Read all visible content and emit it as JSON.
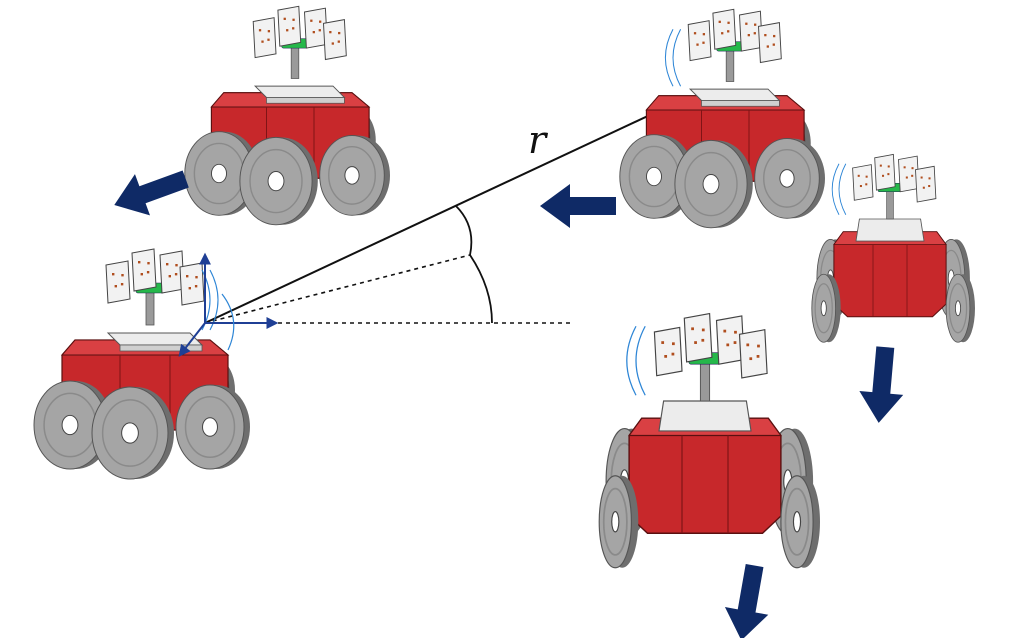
{
  "colors": {
    "body": "#c7282b",
    "body_dark": "#9f1c1f",
    "body_light": "#d94043",
    "wheel": "#a5a5a5",
    "wheel_dark": "#6e6e6e",
    "hub": "#ffffff",
    "plate": "#ececec",
    "panel": "#f2f2f2",
    "marker": "#b04e1e",
    "sensor_green": "#25b84a",
    "arrow": "#0f2a66",
    "frame_axis": "#1f3f95",
    "arc": "#2e86d6",
    "line": "#111111"
  },
  "labels": {
    "range": "r"
  },
  "icons": {
    "motion_arrow": "arrow-icon",
    "reference_frame": "axes-icon",
    "sensing_wave": "wave-icon"
  },
  "robots": [
    {
      "role": "observer",
      "motion": "stationary"
    },
    {
      "role": "target",
      "motion": "left"
    },
    {
      "role": "target",
      "motion": "left"
    },
    {
      "role": "target",
      "motion": "down"
    },
    {
      "role": "target",
      "motion": "down"
    }
  ]
}
